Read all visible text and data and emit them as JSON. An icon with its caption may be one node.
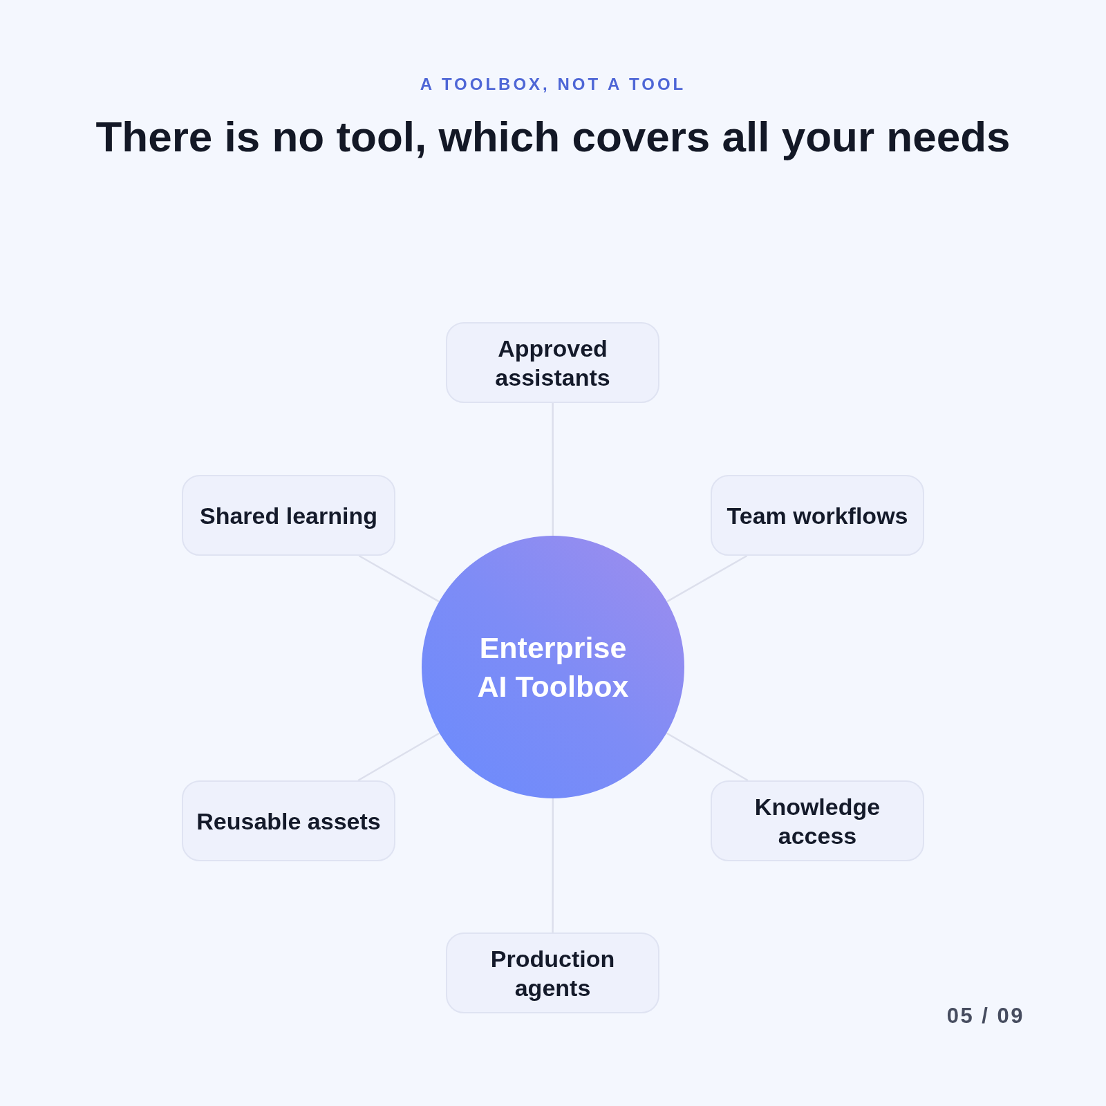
{
  "diagram": {
    "title": "There is no tool, which covers all your needs",
    "nodes": [
      {
        "text": [
          "Approved assistants"
        ]
      },
      {
        "text": [
          "Shared learning"
        ]
      },
      {
        "text": [
          "Team workflows"
        ]
      },
      {
        "text": [
          "Enterprise AI Toolbox"
        ]
      },
      {
        "text": [
          "Reusable assets"
        ]
      },
      {
        "text": [
          "Knowledge access"
        ]
      },
      {
        "text": [
          "Production agents"
        ]
      }
    ],
    "edges": [
      {
        "from": 3,
        "to": 0,
        "arrow": "none"
      },
      {
        "from": 3,
        "to": 1,
        "arrow": "none"
      },
      {
        "from": 3,
        "to": 2,
        "arrow": "none"
      },
      {
        "from": 3,
        "to": 4,
        "arrow": "none"
      },
      {
        "from": 3,
        "to": 5,
        "arrow": "none"
      },
      {
        "from": 3,
        "to": 6,
        "arrow": "none"
      }
    ],
    "labels": [
      "A TOOLBOX, NOT A TOOL",
      "05 / 09"
    ]
  }
}
